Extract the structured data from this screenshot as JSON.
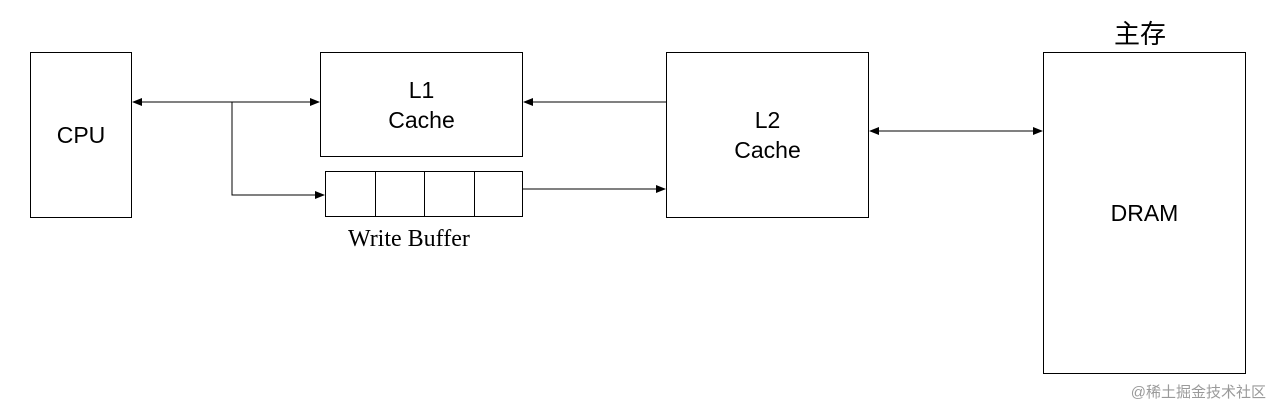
{
  "diagram": {
    "nodes": {
      "cpu": {
        "label": "CPU"
      },
      "l1": {
        "label": "L1\nCache"
      },
      "l2": {
        "label": "L2\nCache"
      },
      "dram": {
        "label": "DRAM"
      }
    },
    "write_buffer": {
      "label": "Write Buffer",
      "cell_count": 4
    },
    "main_memory_caption": "主存",
    "edges": [
      {
        "from": "cpu",
        "to": "l1",
        "direction": "both"
      },
      {
        "from": "cpu",
        "to": "write_buffer",
        "direction": "forward"
      },
      {
        "from": "l2",
        "to": "l1",
        "direction": "forward"
      },
      {
        "from": "write_buffer",
        "to": "l2",
        "direction": "forward"
      },
      {
        "from": "l2",
        "to": "dram",
        "direction": "both"
      }
    ]
  },
  "watermark": "@稀土掘金技术社区"
}
